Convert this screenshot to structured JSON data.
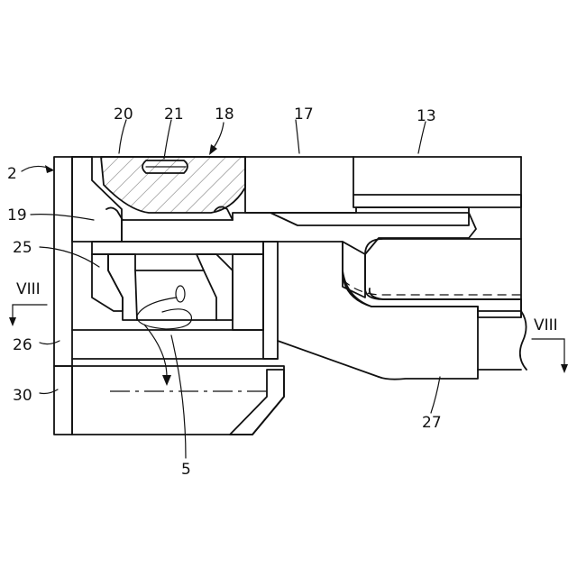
{
  "labels": {
    "l2": "2",
    "l20": "20",
    "l21": "21",
    "l18": "18",
    "l17": "17",
    "l13": "13",
    "l19": "19",
    "l25": "25",
    "lviii_left": "VIII",
    "l26": "26",
    "l30": "30",
    "l27": "27",
    "l5": "5",
    "lviii_right": "VIII"
  },
  "colors": {
    "line": "#111111",
    "background": "#ffffff"
  }
}
